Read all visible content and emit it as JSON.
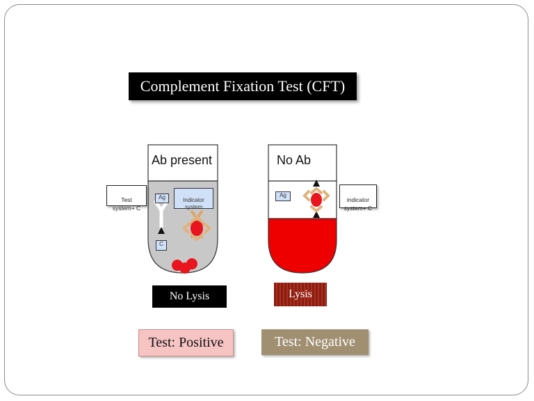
{
  "slide": {
    "title": "Complement Fixation Test (CFT)"
  },
  "left_tube": {
    "header": "Ab present",
    "side_label": "Test\nsystem+ C",
    "antigen_label": "Ag",
    "complement_label": "C",
    "indicator_label": "Indicator\nsystem",
    "result": "No Lysis",
    "test": "Test: Positive"
  },
  "right_tube": {
    "header": "No Ab",
    "side_label": "indicator\nsystem+ C",
    "antigen_label": "Ag",
    "result": "Lysis",
    "test": "Test: Negative"
  },
  "colors": {
    "tube_fill_left": "#c8c8c8",
    "tube_fill_right": "#ee0000",
    "rbc": "#e8141e",
    "positive_box": "#f7c4c4",
    "negative_box": "#a18f72",
    "lysis_box": "#8a1c12"
  }
}
